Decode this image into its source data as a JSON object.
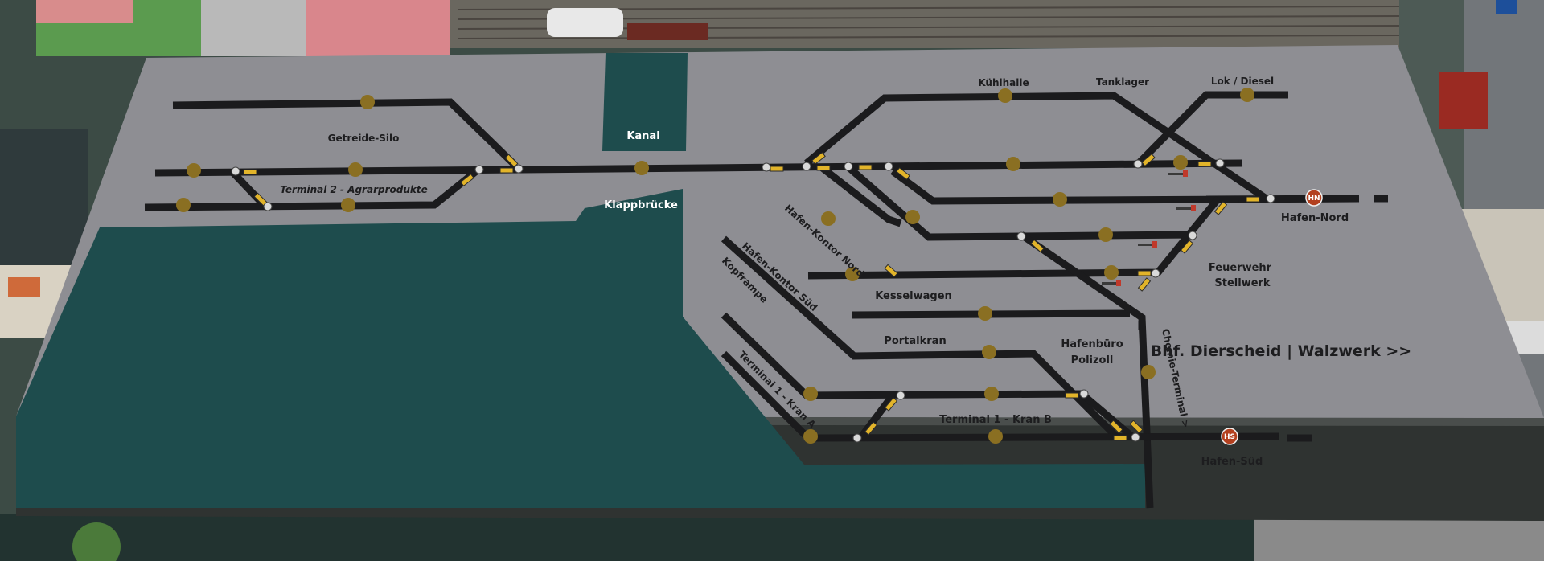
{
  "board": {
    "title": "Bhf. Dierscheid | Walzwerk >>",
    "labels": {
      "kuehlhalle": "Kühlhalle",
      "tanklager": "Tanklager",
      "lok_diesel": "Lok / Diesel",
      "getreide_silo": "Getreide-Silo",
      "kanal": "Kanal",
      "terminal2": "Terminal 2 - Agrarprodukte",
      "klappbruecke": "Klappbrücke",
      "hafen_kontor_nord": "Hafen-Kontor Nord",
      "hafen_kontor_sued": "Hafen-Kontor Süd",
      "kopframpe": "Kopframpe",
      "hafen_nord": "Hafen-Nord",
      "feuerwehr": "Feuerwehr",
      "stellwerk": "Stellwerk",
      "kesselwagen": "Kesselwagen",
      "portalkran": "Portalkran",
      "hafenbuero": "Hafenbüro",
      "polizoll": "Polizoll",
      "chemie_terminal": "Chemie-Terminal >",
      "terminal1_kran_a": "Terminal 1 - Kran A",
      "terminal1_kran_b": "Terminal 1 - Kran B",
      "hafen_sued": "Hafen-Süd"
    },
    "station_badges": {
      "hafen_nord": "HN",
      "hafen_sued": "HS"
    }
  },
  "colors": {
    "board": "#8e8e93",
    "water": "#1e4c4d",
    "track": "#1b1b1d",
    "switch": "#e2b42a",
    "signal": "#8a6f22",
    "station_badge": "#b3401f"
  }
}
